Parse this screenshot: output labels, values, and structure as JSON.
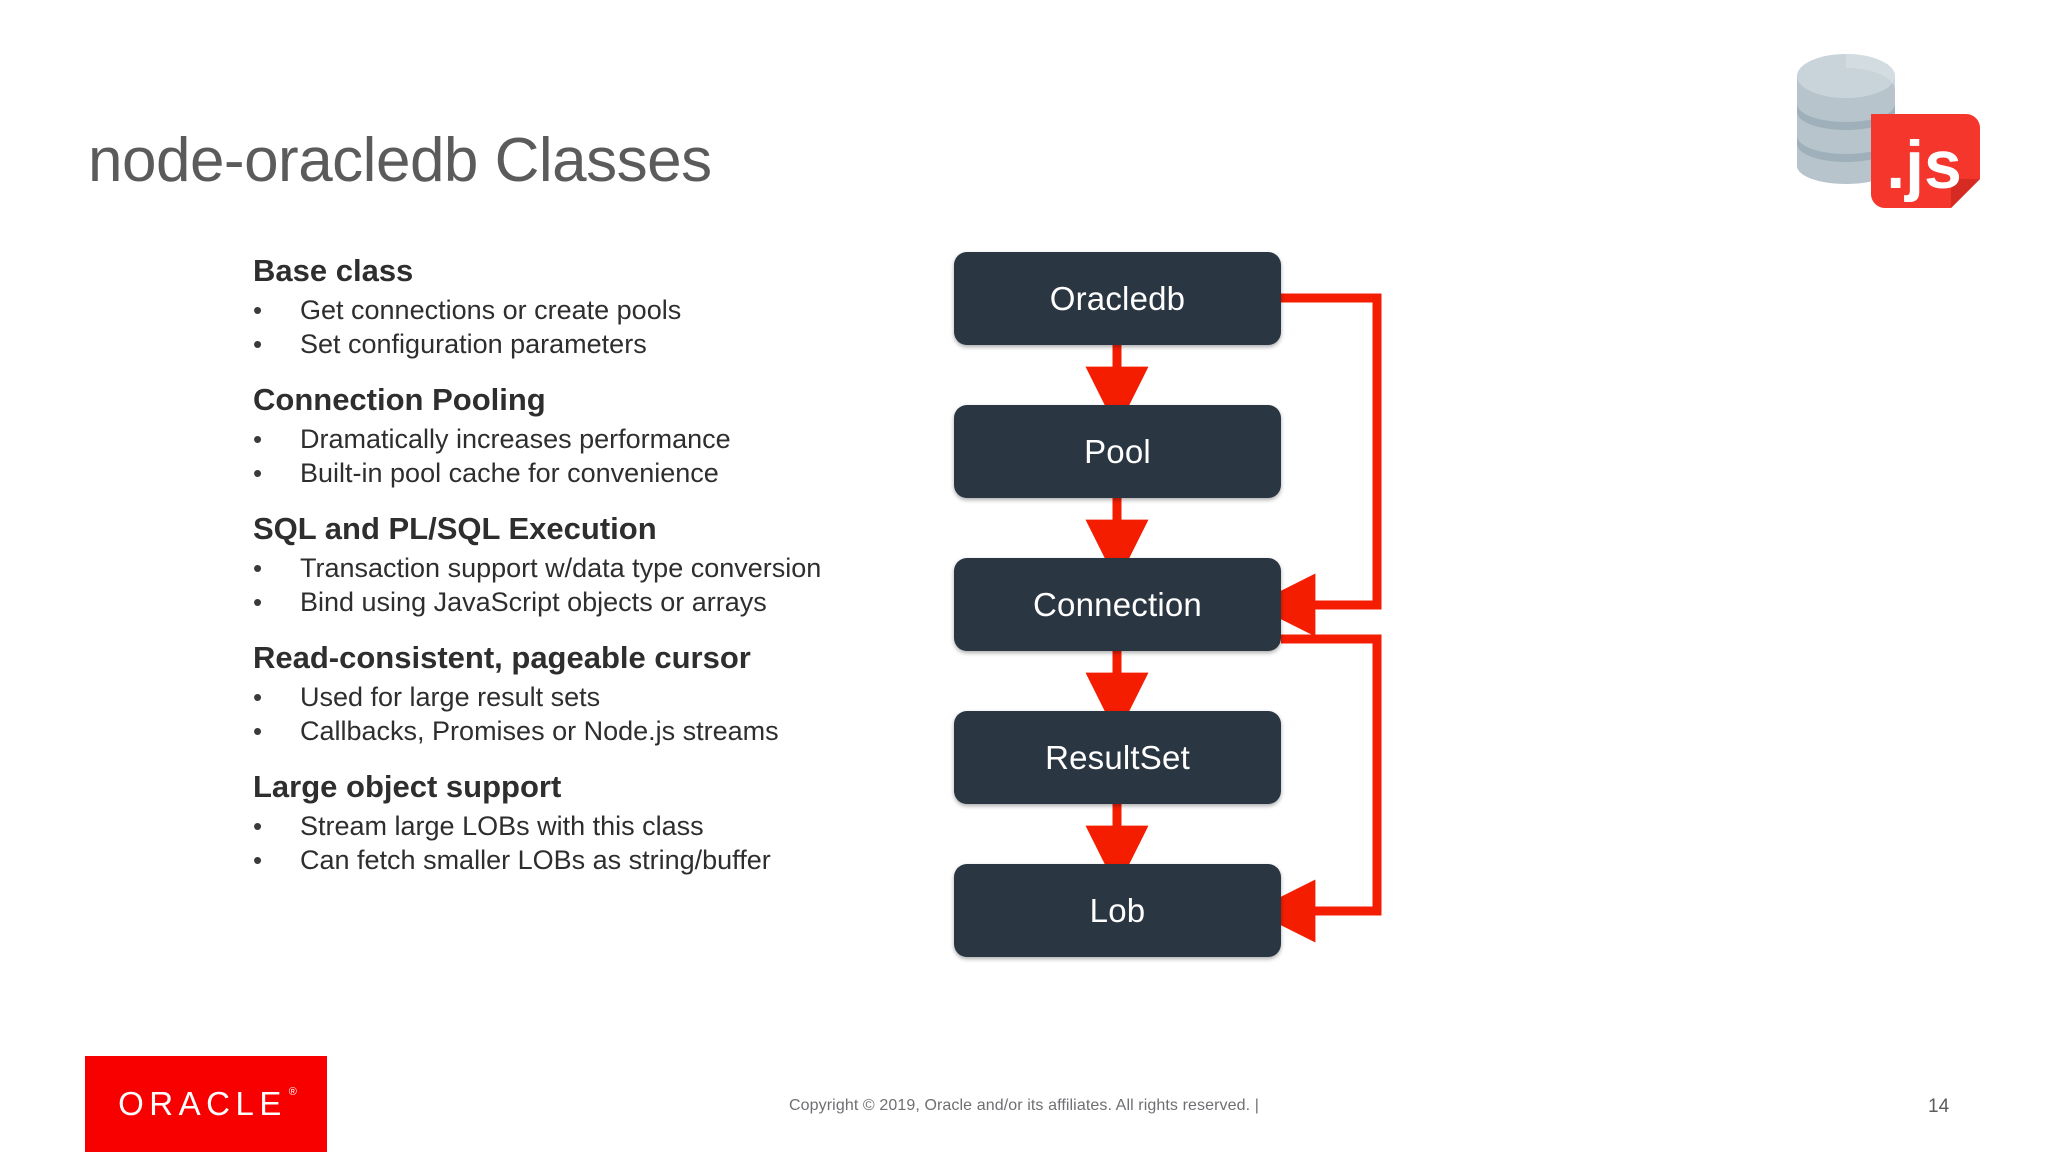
{
  "slide": {
    "title": "node-oracledb Classes",
    "page_number": "14",
    "copyright": "Copyright © 2019, Oracle and/or its affiliates. All rights reserved.  |",
    "colors": {
      "title_gray": "#5b5b5b",
      "node_fill": "#2b3643",
      "node_text": "#ffffff",
      "arrow_red": "#f51d00",
      "oracle_red": "#f80000",
      "body_text": "#2e2e2e",
      "footer_text": "#6f6f73",
      "background": "#ffffff"
    }
  },
  "logo": {
    "name": "node-oracledb-logo",
    "database_icon": "database-cylinder-icon",
    "badge_label": ".js",
    "badge_color": "#f4362d",
    "cylinder_color": "#b6c3cb"
  },
  "oracle_logo": {
    "wordmark": "ORACLE",
    "registered_mark": "®"
  },
  "sections": [
    {
      "heading": "Base class",
      "bullets": [
        "Get connections or create pools",
        "Set configuration parameters"
      ]
    },
    {
      "heading": "Connection Pooling",
      "bullets": [
        "Dramatically increases performance",
        "Built-in pool cache for convenience"
      ]
    },
    {
      "heading": "SQL and PL/SQL Execution",
      "bullets": [
        "Transaction support w/data type conversion",
        "Bind using JavaScript objects or arrays"
      ]
    },
    {
      "heading": "Read-consistent, pageable cursor",
      "bullets": [
        "Used for large result sets",
        "Callbacks, Promises or Node.js streams"
      ]
    },
    {
      "heading": "Large object support",
      "bullets": [
        "Stream large LOBs with this class",
        "Can fetch smaller LOBs as string/buffer"
      ]
    }
  ],
  "diagram": {
    "bullet_glyph": "•",
    "nodes": [
      {
        "label": "Oracledb"
      },
      {
        "label": "Pool"
      },
      {
        "label": "Connection"
      },
      {
        "label": "ResultSet"
      },
      {
        "label": "Lob"
      }
    ],
    "edges": [
      {
        "from": "Oracledb",
        "to": "Pool",
        "style": "straight-down"
      },
      {
        "from": "Pool",
        "to": "Connection",
        "style": "straight-down"
      },
      {
        "from": "Connection",
        "to": "ResultSet",
        "style": "straight-down"
      },
      {
        "from": "ResultSet",
        "to": "Lob",
        "style": "straight-down"
      },
      {
        "from": "Oracledb",
        "to": "Connection",
        "style": "right-side-loop"
      },
      {
        "from": "Connection",
        "to": "Lob",
        "style": "right-side-loop"
      }
    ]
  }
}
